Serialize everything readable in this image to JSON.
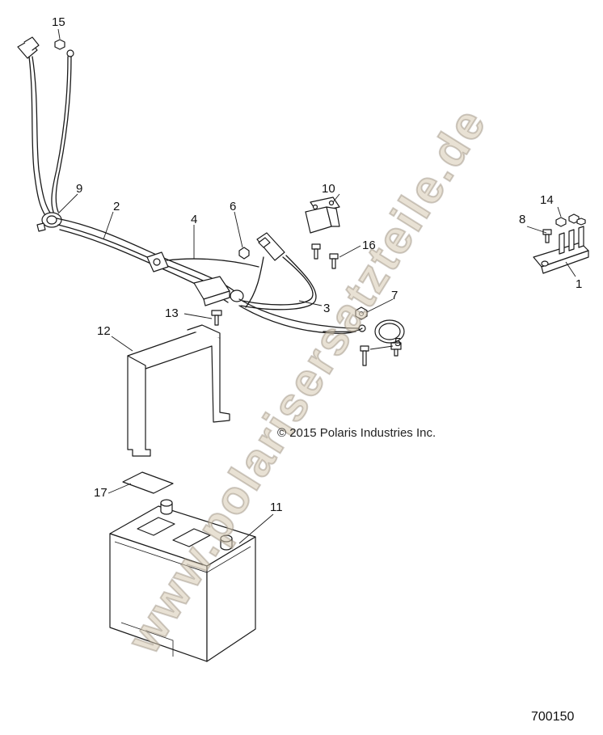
{
  "diagram": {
    "copyright": "© 2015 Polaris Industries Inc.",
    "diagram_id": "700150",
    "watermark": "www.polarisersatzteile.de",
    "callouts": [
      {
        "key": "c1",
        "label": "1"
      },
      {
        "key": "c2",
        "label": "2"
      },
      {
        "key": "c3",
        "label": "3"
      },
      {
        "key": "c4",
        "label": "4"
      },
      {
        "key": "c5",
        "label": "5"
      },
      {
        "key": "c6",
        "label": "6"
      },
      {
        "key": "c7",
        "label": "7"
      },
      {
        "key": "c8",
        "label": "8"
      },
      {
        "key": "c9",
        "label": "9"
      },
      {
        "key": "c10",
        "label": "10"
      },
      {
        "key": "c11",
        "label": "11"
      },
      {
        "key": "c12",
        "label": "12"
      },
      {
        "key": "c13",
        "label": "13"
      },
      {
        "key": "c14",
        "label": "14"
      },
      {
        "key": "c15",
        "label": "15"
      },
      {
        "key": "c16",
        "label": "16"
      },
      {
        "key": "c17",
        "label": "17"
      }
    ]
  }
}
